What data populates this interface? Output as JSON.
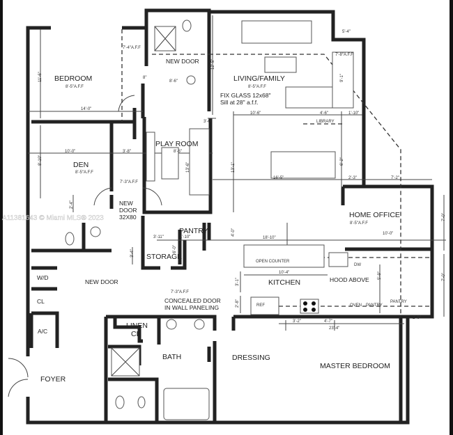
{
  "rooms": {
    "bedroom": "BEDROOM",
    "bedroom_h": "8'-5\"A.F.F",
    "den": "DEN",
    "den_h": "8'-5\"A.F.F",
    "play_room": "PLAY ROOM",
    "living": "LIVING/FAMILY",
    "living_h": "8'-5\"A.F.F",
    "home_office": "HOME OFFICE",
    "home_office_h": "8'-5\"A.F.F",
    "kitchen": "KITCHEN",
    "pantry": "PANTRY",
    "storage": "STORAGE",
    "wd": "W/D",
    "cl": "CL",
    "ac": "A/C",
    "foyer": "FOYER",
    "linen": "LINEN",
    "linen_cl": "CL",
    "bath": "BATH",
    "dressing": "DRESSING",
    "master": "MASTER BEDROOM",
    "library": "LIBRARY",
    "open_counter": "OPEN COUNTER",
    "ref": "REF",
    "oven": "OVEN",
    "k_pantry": "PANTRY",
    "k_pantry2": "PANTRY",
    "dw": "DW"
  },
  "notes": {
    "new_door_1": "NEW DOOR",
    "new_door_2a": "NEW",
    "new_door_2b": "DOOR",
    "new_door_2c": "32X80",
    "new_door_3": "NEW DOOR",
    "fix_glass_1": "FIX GLASS 12x68\"",
    "fix_glass_2": "Sill at 28\" a.f.f.",
    "concealed_1": "CONCEALED DOOR",
    "concealed_2": "IN WALL PANELING",
    "hood": "HOOD ABOVE",
    "h_744": "7'-4\"A.F.F",
    "h_73a": "7'-3\"A.F.F",
    "h_73b": "7'-3\"A.F.F",
    "h_78": "7'-8\"A.F.F"
  },
  "dims": {
    "d1": "11'-6\"",
    "d2": "14'-0\"",
    "d3": "10'-0\"",
    "d4": "3'-8\"",
    "d5": "8'-6\"",
    "d6": "8'-10\"",
    "d7": "2'-4\"",
    "d8": "12'-5\"",
    "d9": "8'-6\"",
    "d10": "8\"",
    "d11": "3'-0\"",
    "d12": "13'-6\"",
    "d13": "5'-4\"",
    "d14": "9'-1\"",
    "d15": "10'-6\"",
    "d16": "4'-6\"",
    "d17": "1'-10\"",
    "d18": "13'-1\"",
    "d19": "16'-5\"",
    "d20": "6'-2\"",
    "d21": "2'-3\"",
    "d22": "7'-2\"",
    "d23": "7'-0\"",
    "d24": "3'-11\"",
    "d25": "1'-10\"",
    "d26": "6'-0\"",
    "d27": "4'-0\"",
    "d28": "18'-10\"",
    "d29": "3'-4\"",
    "d30": "10'-4\"",
    "d31": "3'-1\"",
    "d32": "2'-8\"",
    "d33": "5'-9\"",
    "d34": "7'-0\"",
    "d35": "10'-0\"",
    "d36": "3'-2\"",
    "d37": "4'-7\"",
    "d38": "23'-4\"",
    "d39": "2'-9\""
  },
  "watermark": "A11381643 © Miami MLS® 2023"
}
